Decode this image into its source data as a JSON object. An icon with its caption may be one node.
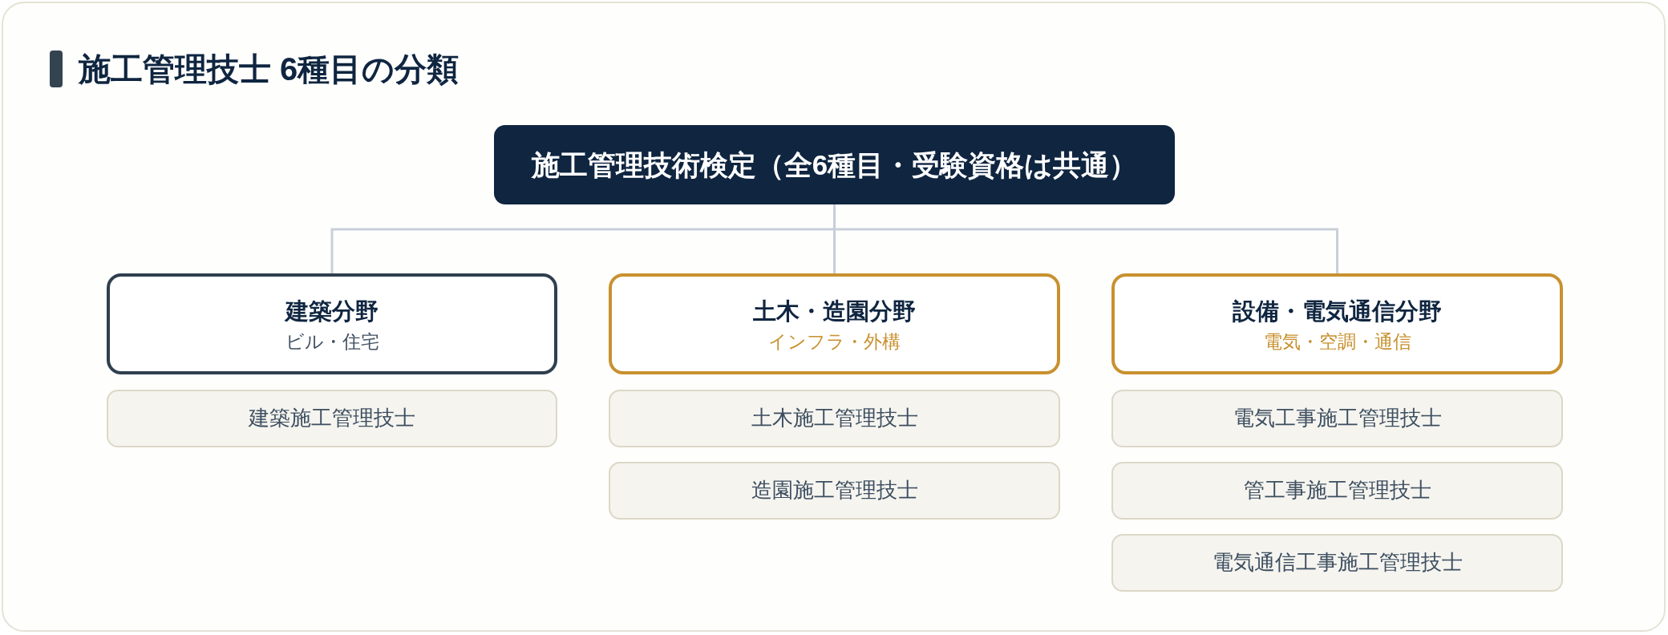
{
  "diagram": {
    "title": "施工管理技士 6種目の分類",
    "nodes": [
      {
        "text": [
          "施工管理技術検定（全6種目・受験資格は共通）"
        ]
      },
      {
        "text": [
          "建築分野",
          "ビル・住宅"
        ]
      },
      {
        "text": [
          "建築施工管理技士"
        ]
      },
      {
        "text": [
          "土木・造園分野",
          "インフラ・外構"
        ]
      },
      {
        "text": [
          "土木施工管理技士"
        ]
      },
      {
        "text": [
          "造園施工管理技士"
        ]
      },
      {
        "text": [
          "設備・電気通信分野",
          "電気・空調・通信"
        ]
      },
      {
        "text": [
          "電気工事施工管理技士"
        ]
      },
      {
        "text": [
          "管工事施工管理技士"
        ]
      },
      {
        "text": [
          "電気通信工事施工管理技士"
        ]
      }
    ],
    "edges": [
      {
        "from": 0,
        "to": 1,
        "arrow": "none"
      },
      {
        "from": 0,
        "to": 3,
        "arrow": "none"
      },
      {
        "from": 0,
        "to": 6,
        "arrow": "none"
      }
    ]
  }
}
